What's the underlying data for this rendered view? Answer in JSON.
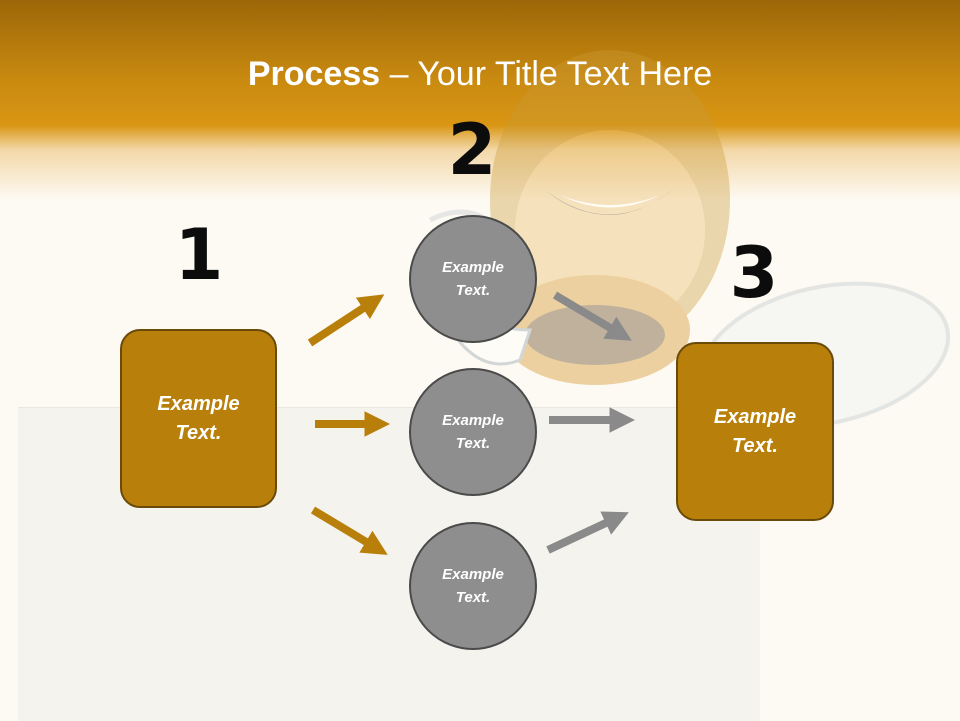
{
  "title": {
    "bold": "Process",
    "rest": " – Your Title Text Here"
  },
  "steps": [
    {
      "number": "1",
      "label": "Example\nText."
    },
    {
      "number": "2",
      "nodes": [
        {
          "label": "Example\nText."
        },
        {
          "label": "Example\nText."
        },
        {
          "label": "Example\nText."
        }
      ]
    },
    {
      "number": "3",
      "label": "Example\nText."
    }
  ],
  "colors": {
    "header": "#d99613",
    "box": "#b8800b",
    "circle": "#8e8e8e",
    "arrow_gold": "#b8800b",
    "arrow_gray": "#8a8a8a"
  }
}
